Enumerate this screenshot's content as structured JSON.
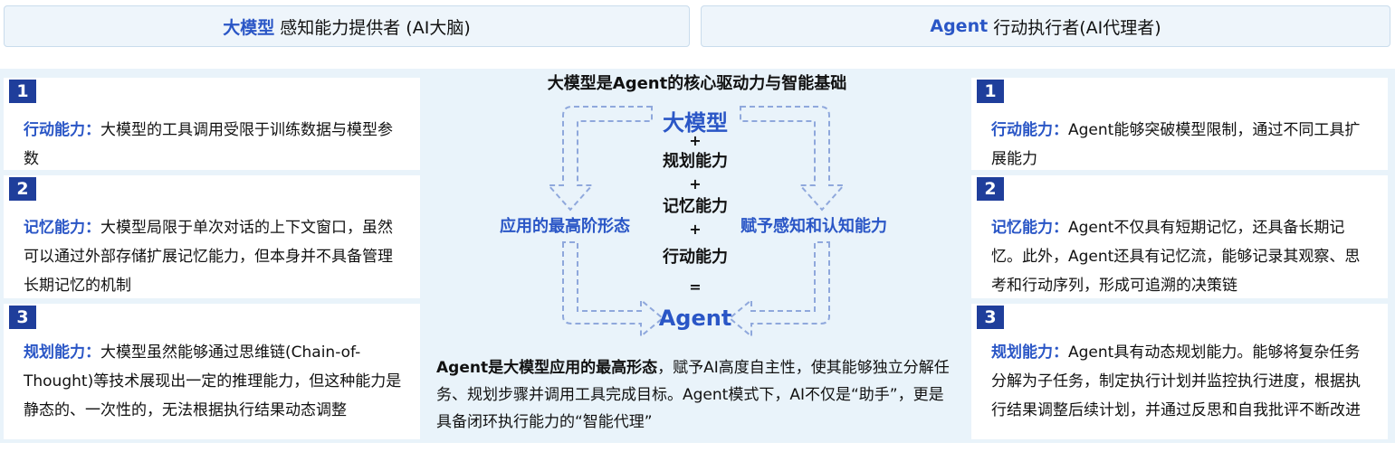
{
  "headers": {
    "left": {
      "strong": "大模型",
      "rest": "感知能力提供者 (AI大脑)"
    },
    "right": {
      "strong": "Agent",
      "rest": "行动执行者(AI代理者)"
    }
  },
  "left_cards": [
    {
      "num": "1",
      "label": "行动能力",
      "sep": "：",
      "text": "大模型的工具调用受限于训练数据与模型参数"
    },
    {
      "num": "2",
      "label": "记忆能力",
      "sep": "：",
      "text": "大模型局限于单次对话的上下文窗口，虽然可以通过外部存储扩展记忆能力，但本身并不具备管理长期记忆的机制"
    },
    {
      "num": "3",
      "label": "规划能力",
      "sep": "：",
      "text": "大模型虽然能够通过思维链(Chain-of-Thought)等技术展现出一定的推理能力，但这种能力是静态的、一次性的，无法根据执行结果动态调整"
    }
  ],
  "right_cards": [
    {
      "num": "1",
      "label": "行动能力",
      "sep": "：",
      "text": "Agent能够突破模型限制，通过不同工具扩展能力"
    },
    {
      "num": "2",
      "label": "记忆能力",
      "sep": "：",
      "text": "Agent不仅具有短期记忆，还具备长期记忆。此外，Agent还具有记忆流，能够记录其观察、思考和行动序列，形成可追溯的决策链"
    },
    {
      "num": "3",
      "label": "规划能力",
      "sep": "：",
      "text": "Agent具有动态规划能力。能够将复杂任务分解为子任务，制定执行计划并监控执行进度，根据执行结果调整后续计划，并通过反思和自我批评不断改进"
    }
  ],
  "center": {
    "title": "大模型是Agent的核心驱动力与智能基础",
    "top": "大模型",
    "plus": "+",
    "items": [
      "规划能力",
      "记忆能力",
      "行动能力"
    ],
    "equals": "=",
    "bottom": "Agent",
    "left_label": "应用的最高阶形态",
    "right_label": "赋予感知和认知能力",
    "desc_bold": "Agent是大模型应用的最高形态",
    "desc_rest": "，赋予AI高度自主性，使其能够独立分解任务、规划步骤并调用工具完成目标。Agent模式下，AI不仅是“助手”，更是具备闭环执行能力的“智能代理”"
  },
  "colors": {
    "accent": "#2a56c6",
    "num_bg": "#1f3e9b",
    "band": "#e9f3fa"
  }
}
